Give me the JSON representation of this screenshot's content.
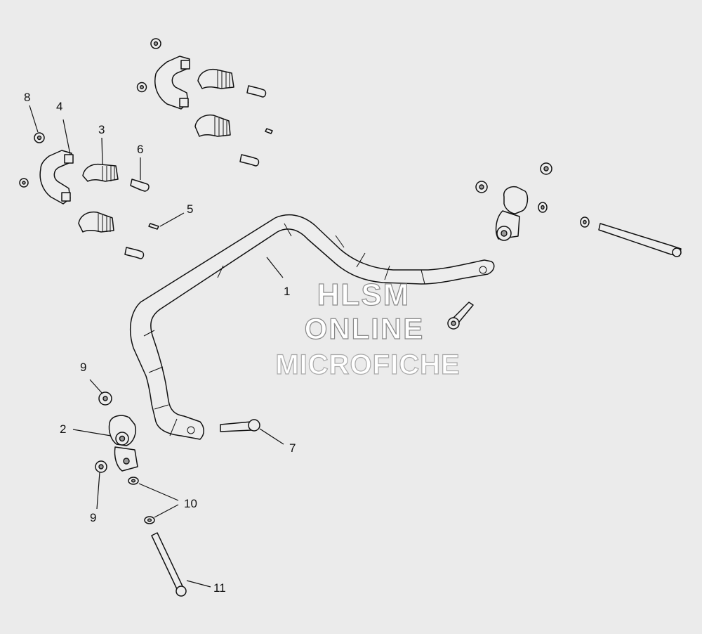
{
  "diagram": {
    "callouts": [
      {
        "id": "c8",
        "label": "8"
      },
      {
        "id": "c4",
        "label": "4"
      },
      {
        "id": "c3",
        "label": "3"
      },
      {
        "id": "c6",
        "label": "6"
      },
      {
        "id": "c5",
        "label": "5"
      },
      {
        "id": "c1",
        "label": "1"
      },
      {
        "id": "c9a",
        "label": "9"
      },
      {
        "id": "c2",
        "label": "2"
      },
      {
        "id": "c9b",
        "label": "9"
      },
      {
        "id": "c10",
        "label": "10"
      },
      {
        "id": "c7",
        "label": "7"
      },
      {
        "id": "c11",
        "label": "11"
      }
    ]
  },
  "watermark": {
    "line1": "HLSM",
    "line2": "ONLINE",
    "line3": "MICROFICHE"
  }
}
